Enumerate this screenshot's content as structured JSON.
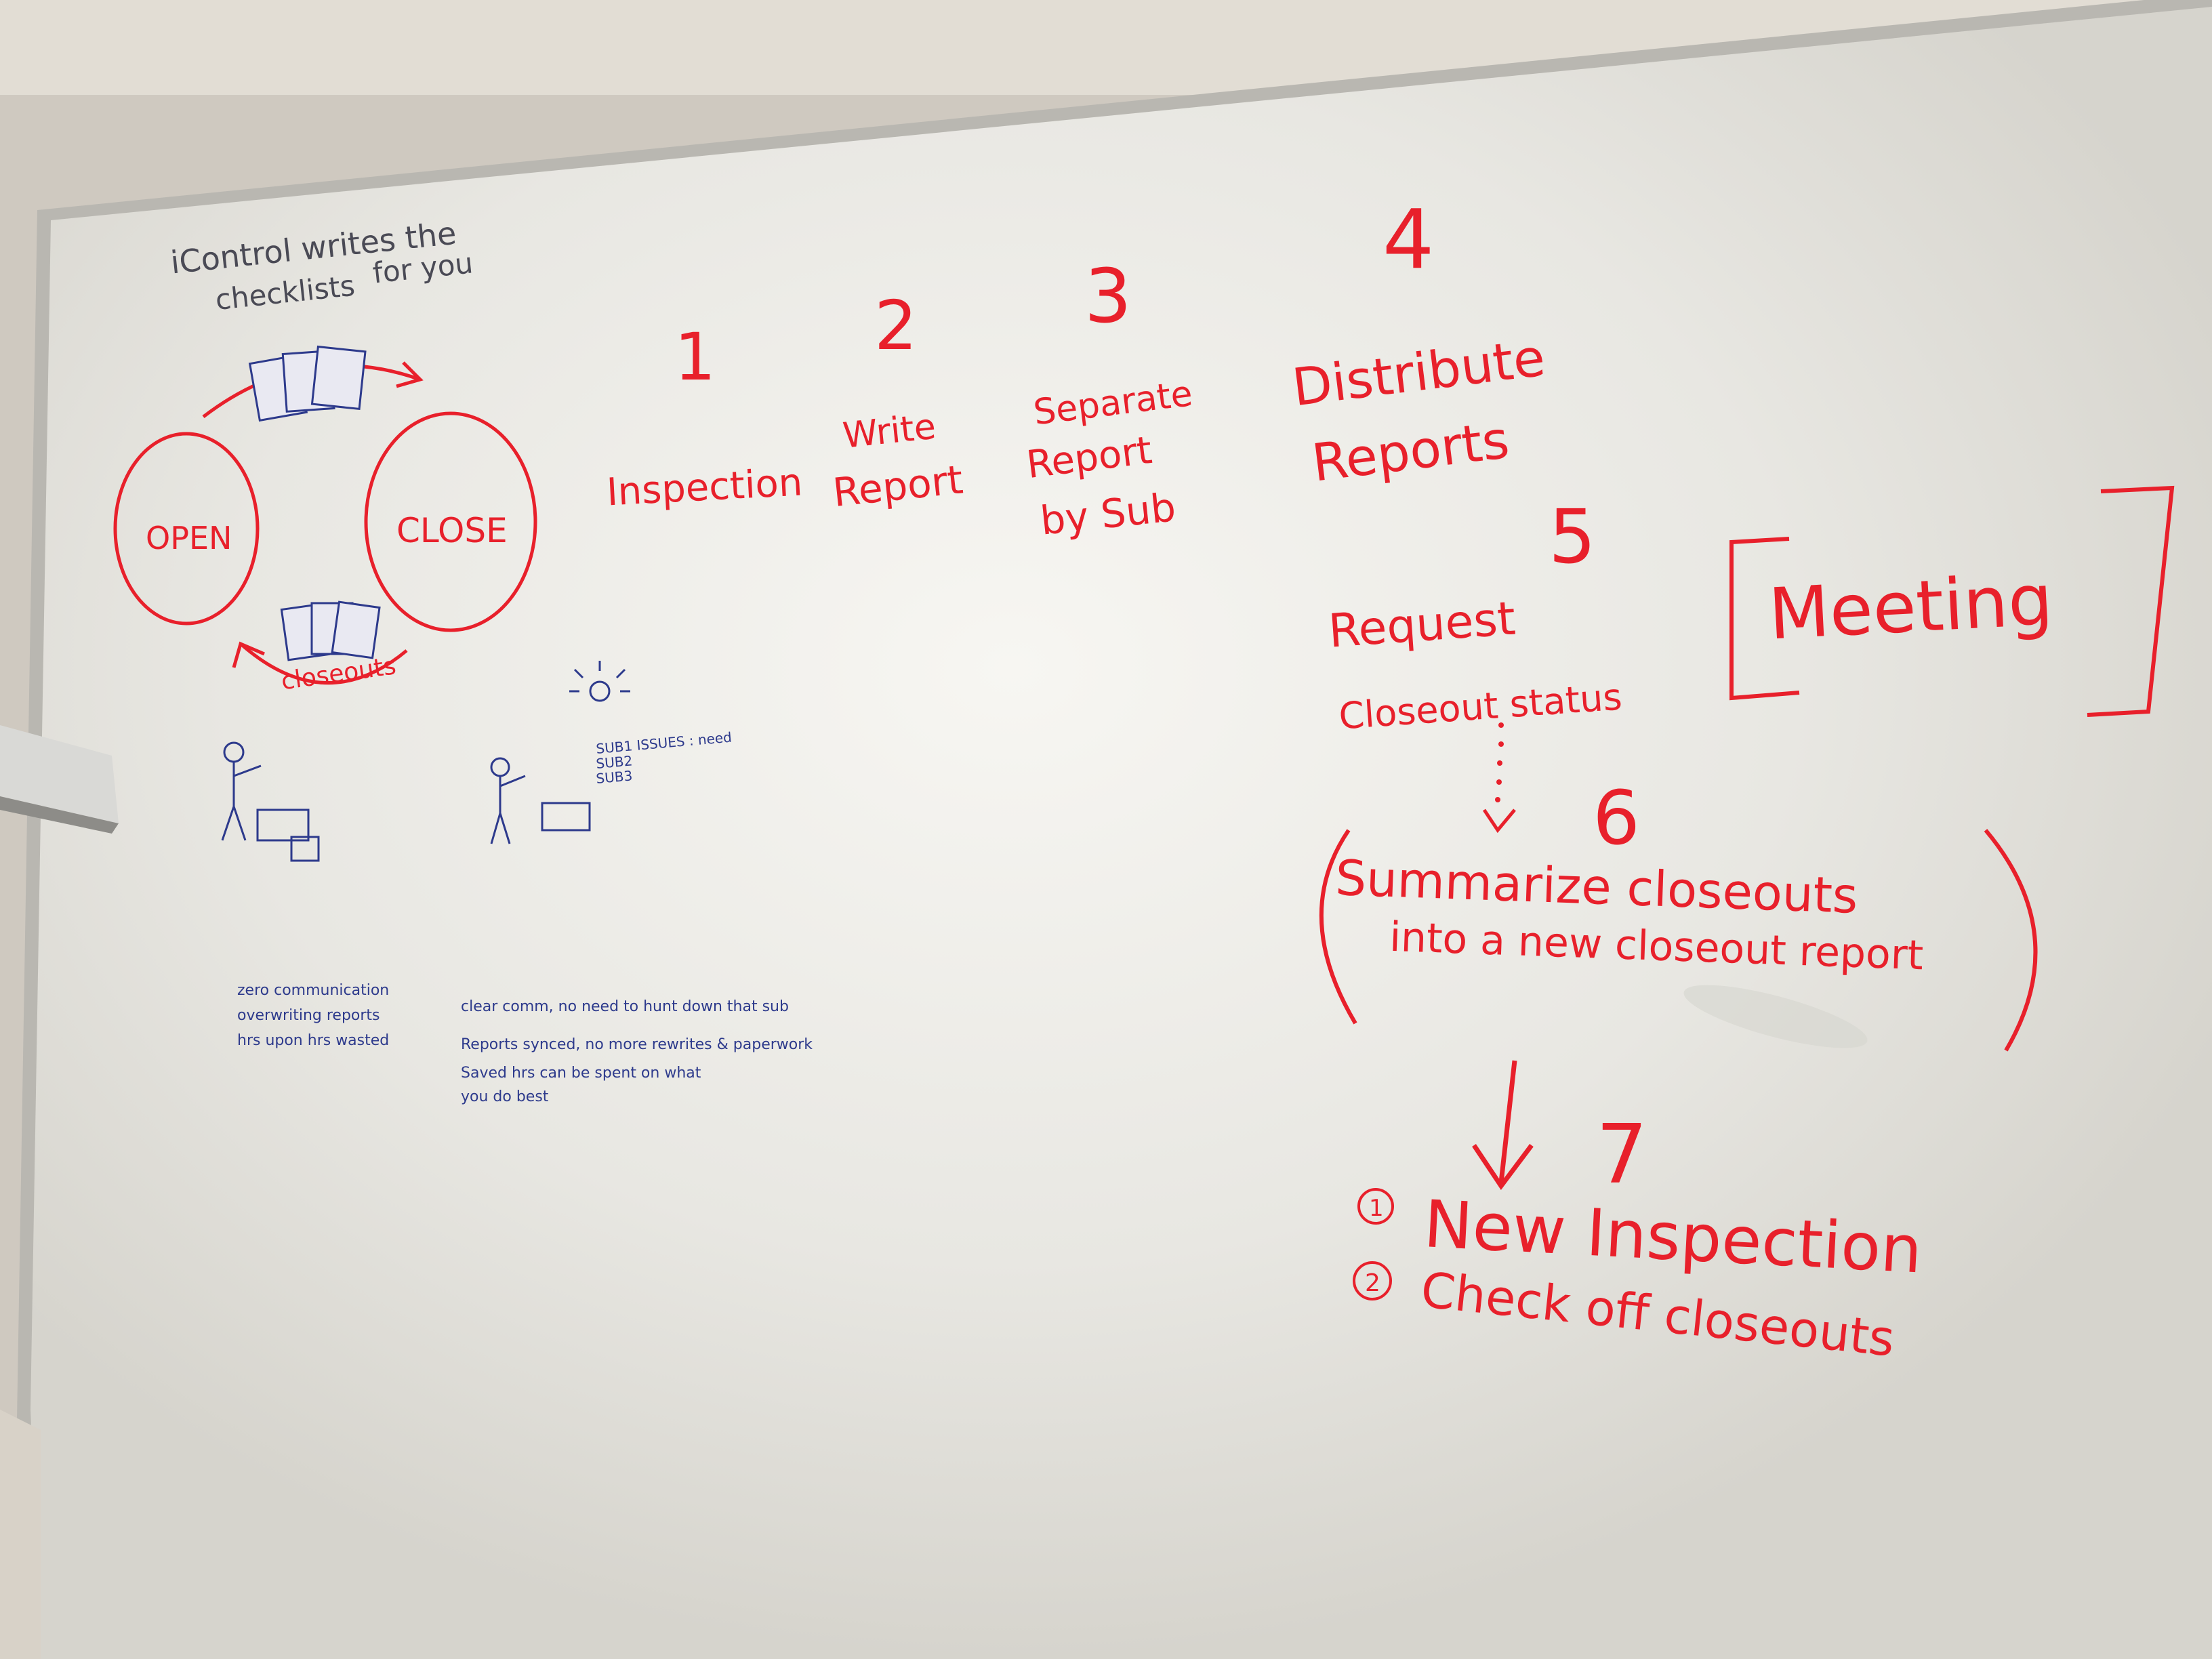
{
  "board": {
    "colors": {
      "marker_red": "#e8202b",
      "marker_blue": "#2d3a8c",
      "marker_dark": "#4a4a55",
      "board_white": "#ecebe6",
      "wall": "#cfc9c0"
    },
    "top_note": [
      "iControl writes the",
      "checklists",
      "for you"
    ],
    "cycle": {
      "open": "OPEN",
      "close": "CLOSE",
      "closeouts": "closeouts"
    },
    "steps": [
      {
        "number": "1",
        "lines": [
          "Inspection"
        ]
      },
      {
        "number": "2",
        "lines": [
          "Write",
          "Report"
        ]
      },
      {
        "number": "3",
        "lines": [
          "Separate",
          "Report",
          "by Sub"
        ]
      },
      {
        "number": "4",
        "lines": [
          "Distribute",
          "Reports"
        ]
      }
    ],
    "step5": {
      "number": "5",
      "lines": [
        "Request",
        "Closeout status"
      ]
    },
    "meeting": "Meeting",
    "step6": {
      "number": "6",
      "lines": [
        "Summarize closeouts",
        "into a new closeout report"
      ]
    },
    "step7": {
      "number": "7"
    },
    "step7_items": [
      {
        "marker": "1",
        "text": "New Inspection"
      },
      {
        "marker": "2",
        "text": "Check off closeouts"
      }
    ],
    "sketch_right_list": [
      "SUB1 ISSUES : need",
      "SUB2",
      "SUB3"
    ],
    "notes_left": [
      "zero communication",
      "overwriting reports",
      "hrs upon hrs wasted"
    ],
    "notes_right": [
      "clear comm, no need to hunt down that sub",
      "Reports synced, no more rewrites & paperwork",
      "Saved hrs can be spent on what",
      "you do best"
    ]
  }
}
